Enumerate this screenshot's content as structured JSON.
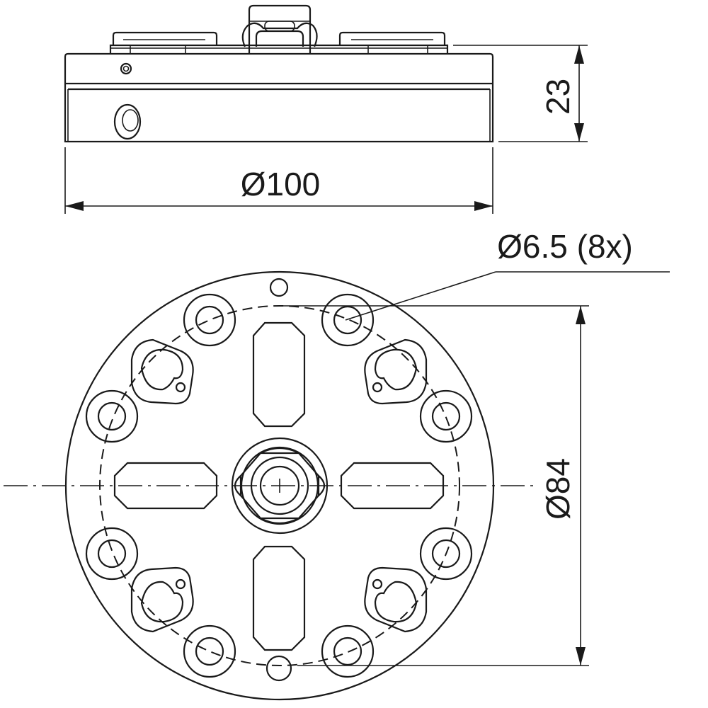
{
  "dimensions": {
    "height": "23",
    "outer_diameter": "Ø100",
    "hole_callout": "Ø6.5 (8x)",
    "bolt_circle": "Ø84"
  },
  "colors": {
    "line": "#1a1a1a",
    "background": "#ffffff"
  }
}
